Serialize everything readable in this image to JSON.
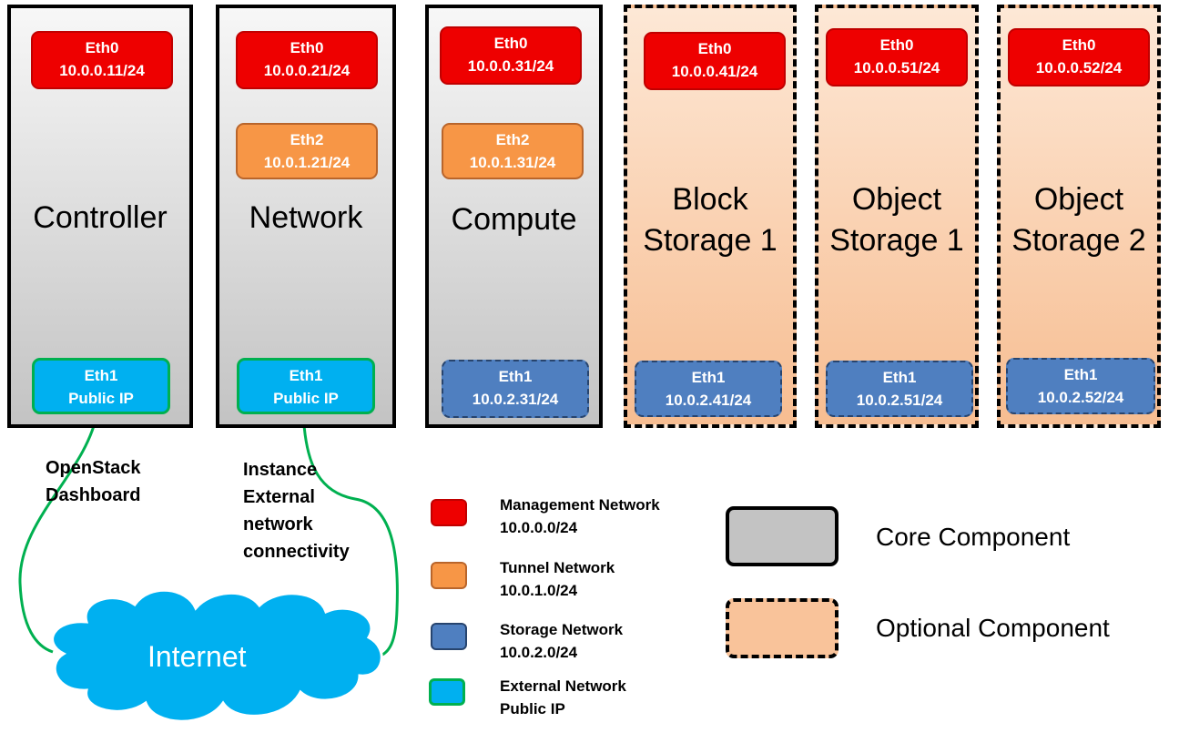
{
  "nodes": {
    "controller": {
      "title": "Controller",
      "eth0": [
        "Eth0",
        "10.0.0.11/24"
      ],
      "eth1": [
        "Eth1",
        "Public IP"
      ]
    },
    "network": {
      "title": "Network",
      "eth0": [
        "Eth0",
        "10.0.0.21/24"
      ],
      "eth2": [
        "Eth2",
        "10.0.1.21/24"
      ],
      "eth1": [
        "Eth1",
        "Public IP"
      ]
    },
    "compute": {
      "title": "Compute",
      "eth0": [
        "Eth0",
        "10.0.0.31/24"
      ],
      "eth2": [
        "Eth2",
        "10.0.1.31/24"
      ],
      "eth1": [
        "Eth1",
        "10.0.2.31/24"
      ]
    },
    "block1": {
      "title": [
        "Block",
        "Storage 1"
      ],
      "eth0": [
        "Eth0",
        "10.0.0.41/24"
      ],
      "eth1": [
        "Eth1",
        "10.0.2.41/24"
      ]
    },
    "object1": {
      "title": [
        "Object",
        "Storage 1"
      ],
      "eth0": [
        "Eth0",
        "10.0.0.51/24"
      ],
      "eth1": [
        "Eth1",
        "10.0.2.51/24"
      ]
    },
    "object2": {
      "title": [
        "Object",
        "Storage 2"
      ],
      "eth0": [
        "Eth0",
        "10.0.0.52/24"
      ],
      "eth1": [
        "Eth1",
        "10.0.2.52/24"
      ]
    }
  },
  "links": {
    "dashboard": [
      "OpenStack",
      "Dashboard"
    ],
    "instance": [
      "Instance",
      "External",
      "network",
      "connectivity"
    ]
  },
  "internet": "Internet",
  "legend": {
    "management": [
      "Management Network",
      "10.0.0.0/24"
    ],
    "tunnel": [
      "Tunnel Network",
      "10.0.1.0/24"
    ],
    "storage": [
      "Storage Network",
      "10.0.2.0/24"
    ],
    "external": [
      "External Network",
      "Public IP"
    ]
  },
  "components": {
    "core": "Core Component",
    "optional": "Optional Component"
  },
  "colors": {
    "management": "#ee0000",
    "tunnel": "#f79646",
    "storage": "#4f7fc0",
    "external": "#00b0f0",
    "link": "#00b050",
    "core_fill": "#c3c3c3",
    "optional_fill": "#f9c39a"
  }
}
